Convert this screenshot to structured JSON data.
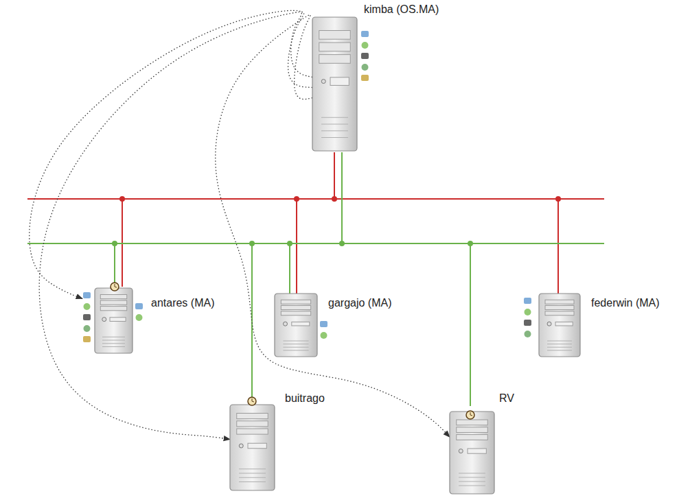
{
  "diagram": {
    "nodes": [
      {
        "text": [
          "kimba (OS.MA)"
        ]
      },
      {
        "text": [
          "antares (MA)"
        ]
      },
      {
        "text": [
          "gargajo (MA)"
        ]
      },
      {
        "text": [
          "federwin (MA)"
        ]
      },
      {
        "text": [
          "buitrago"
        ]
      },
      {
        "text": [
          "RV"
        ]
      }
    ],
    "edges": [
      {
        "from": 0,
        "to": 1,
        "arrow": "to"
      },
      {
        "from": 0,
        "to": 4,
        "arrow": "to"
      },
      {
        "from": 0,
        "to": 5,
        "arrow": "to"
      }
    ]
  }
}
